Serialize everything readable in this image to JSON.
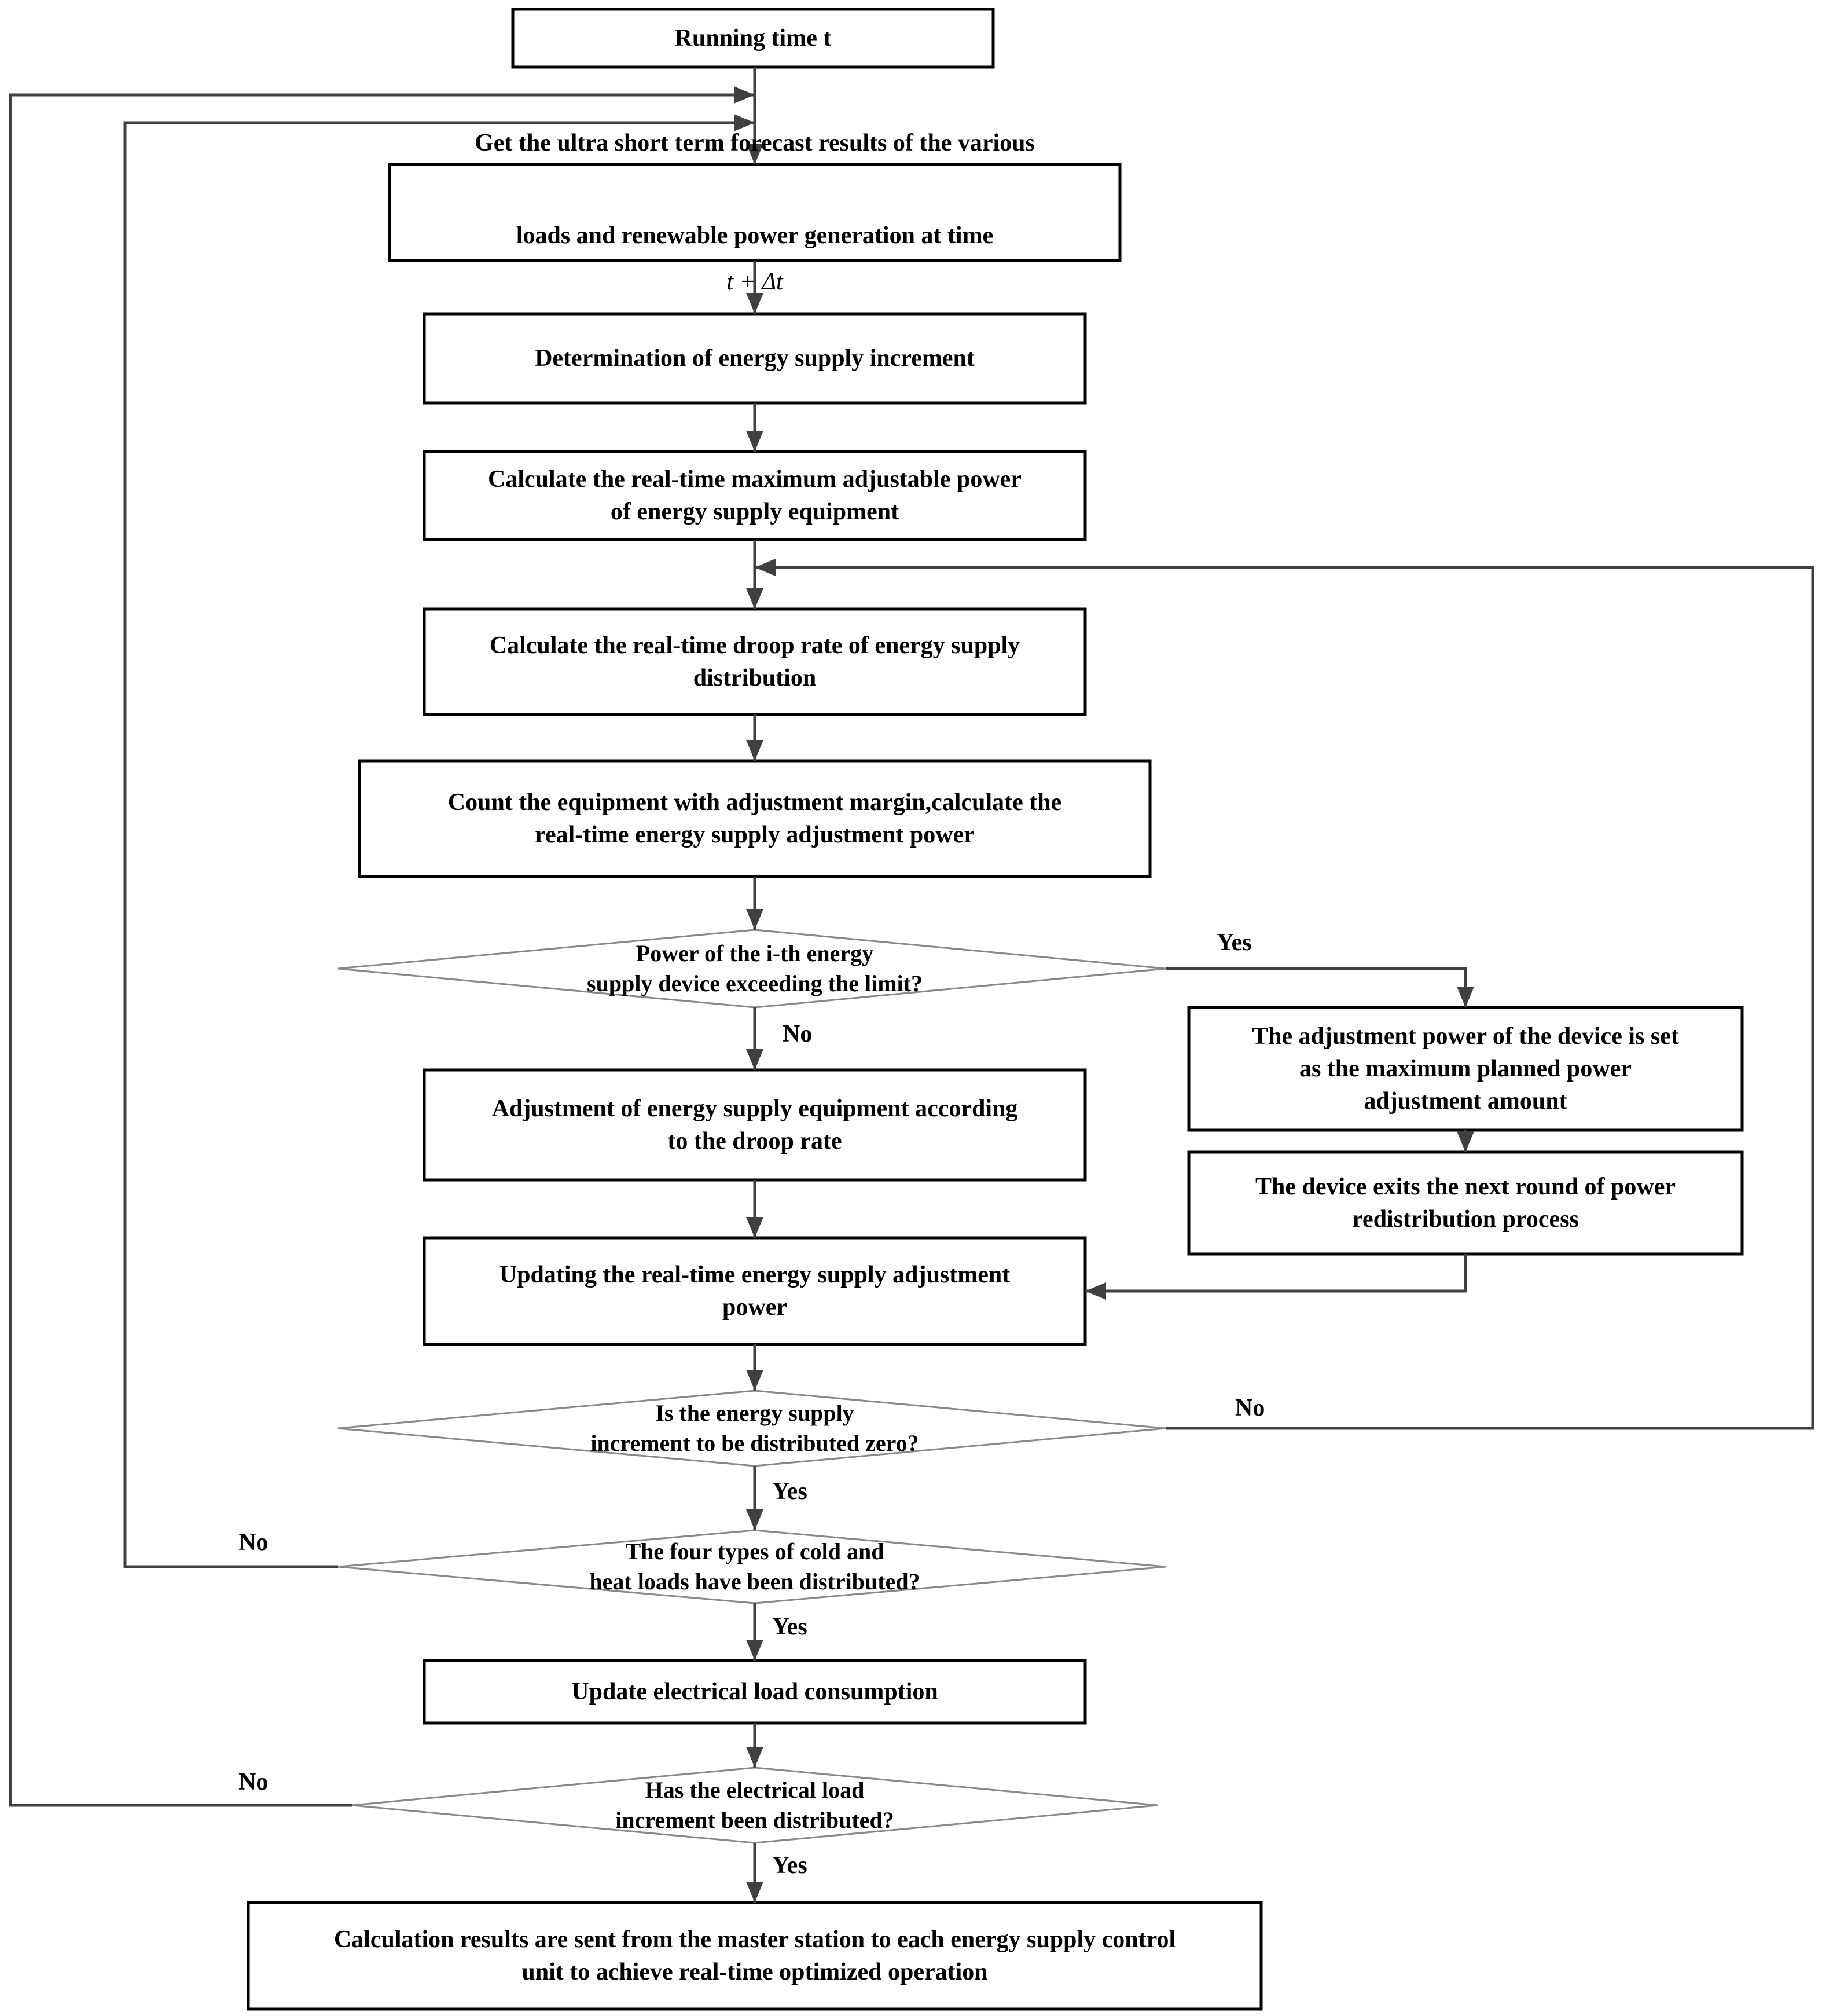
{
  "nodes": {
    "start": "Running time t",
    "forecast_line1": "Get the ultra short term forecast results of the various",
    "forecast_line2": "loads and renewable power generation at time",
    "forecast_math": "t + Δt",
    "increment": "Determination of energy supply increment",
    "max_power": "Calculate the real-time maximum adjustable power\nof energy supply equipment",
    "droop_rate": "Calculate the real-time droop rate of energy supply\ndistribution",
    "count": "Count the equipment with adjustment margin,calculate the\nreal-time energy supply adjustment power",
    "decision_limit": "Power of the i-th energy\nsupply device exceeding the limit?",
    "set_max": "The adjustment power of the device is set\nas the maximum planned power\nadjustment amount",
    "exit_round": "The device exits the next round of power\nredistribution process",
    "adjust_droop": "Adjustment of energy supply equipment according\nto the  droop rate",
    "update_adjust": "Updating the real-time energy supply adjustment\npower",
    "decision_zero": "Is the energy supply\nincrement to be distributed zero?",
    "decision_four": "The four types of cold and\nheat loads have been distributed?",
    "update_electrical": "Update electrical load consumption",
    "decision_electrical": "Has the electrical load\nincrement been distributed?",
    "send_results": "Calculation results are sent from the master station to each energy supply control\nunit to achieve real-time optimized operation"
  },
  "edge_labels": {
    "limit_yes": "Yes",
    "limit_no": "No",
    "zero_no": "No",
    "zero_yes": "Yes",
    "four_no": "No",
    "four_yes": "Yes",
    "electrical_no": "No",
    "electrical_yes": "Yes"
  },
  "colors": {
    "box_stroke": "#000000",
    "arrow": "#404040",
    "diamond_stroke": "#888888"
  }
}
